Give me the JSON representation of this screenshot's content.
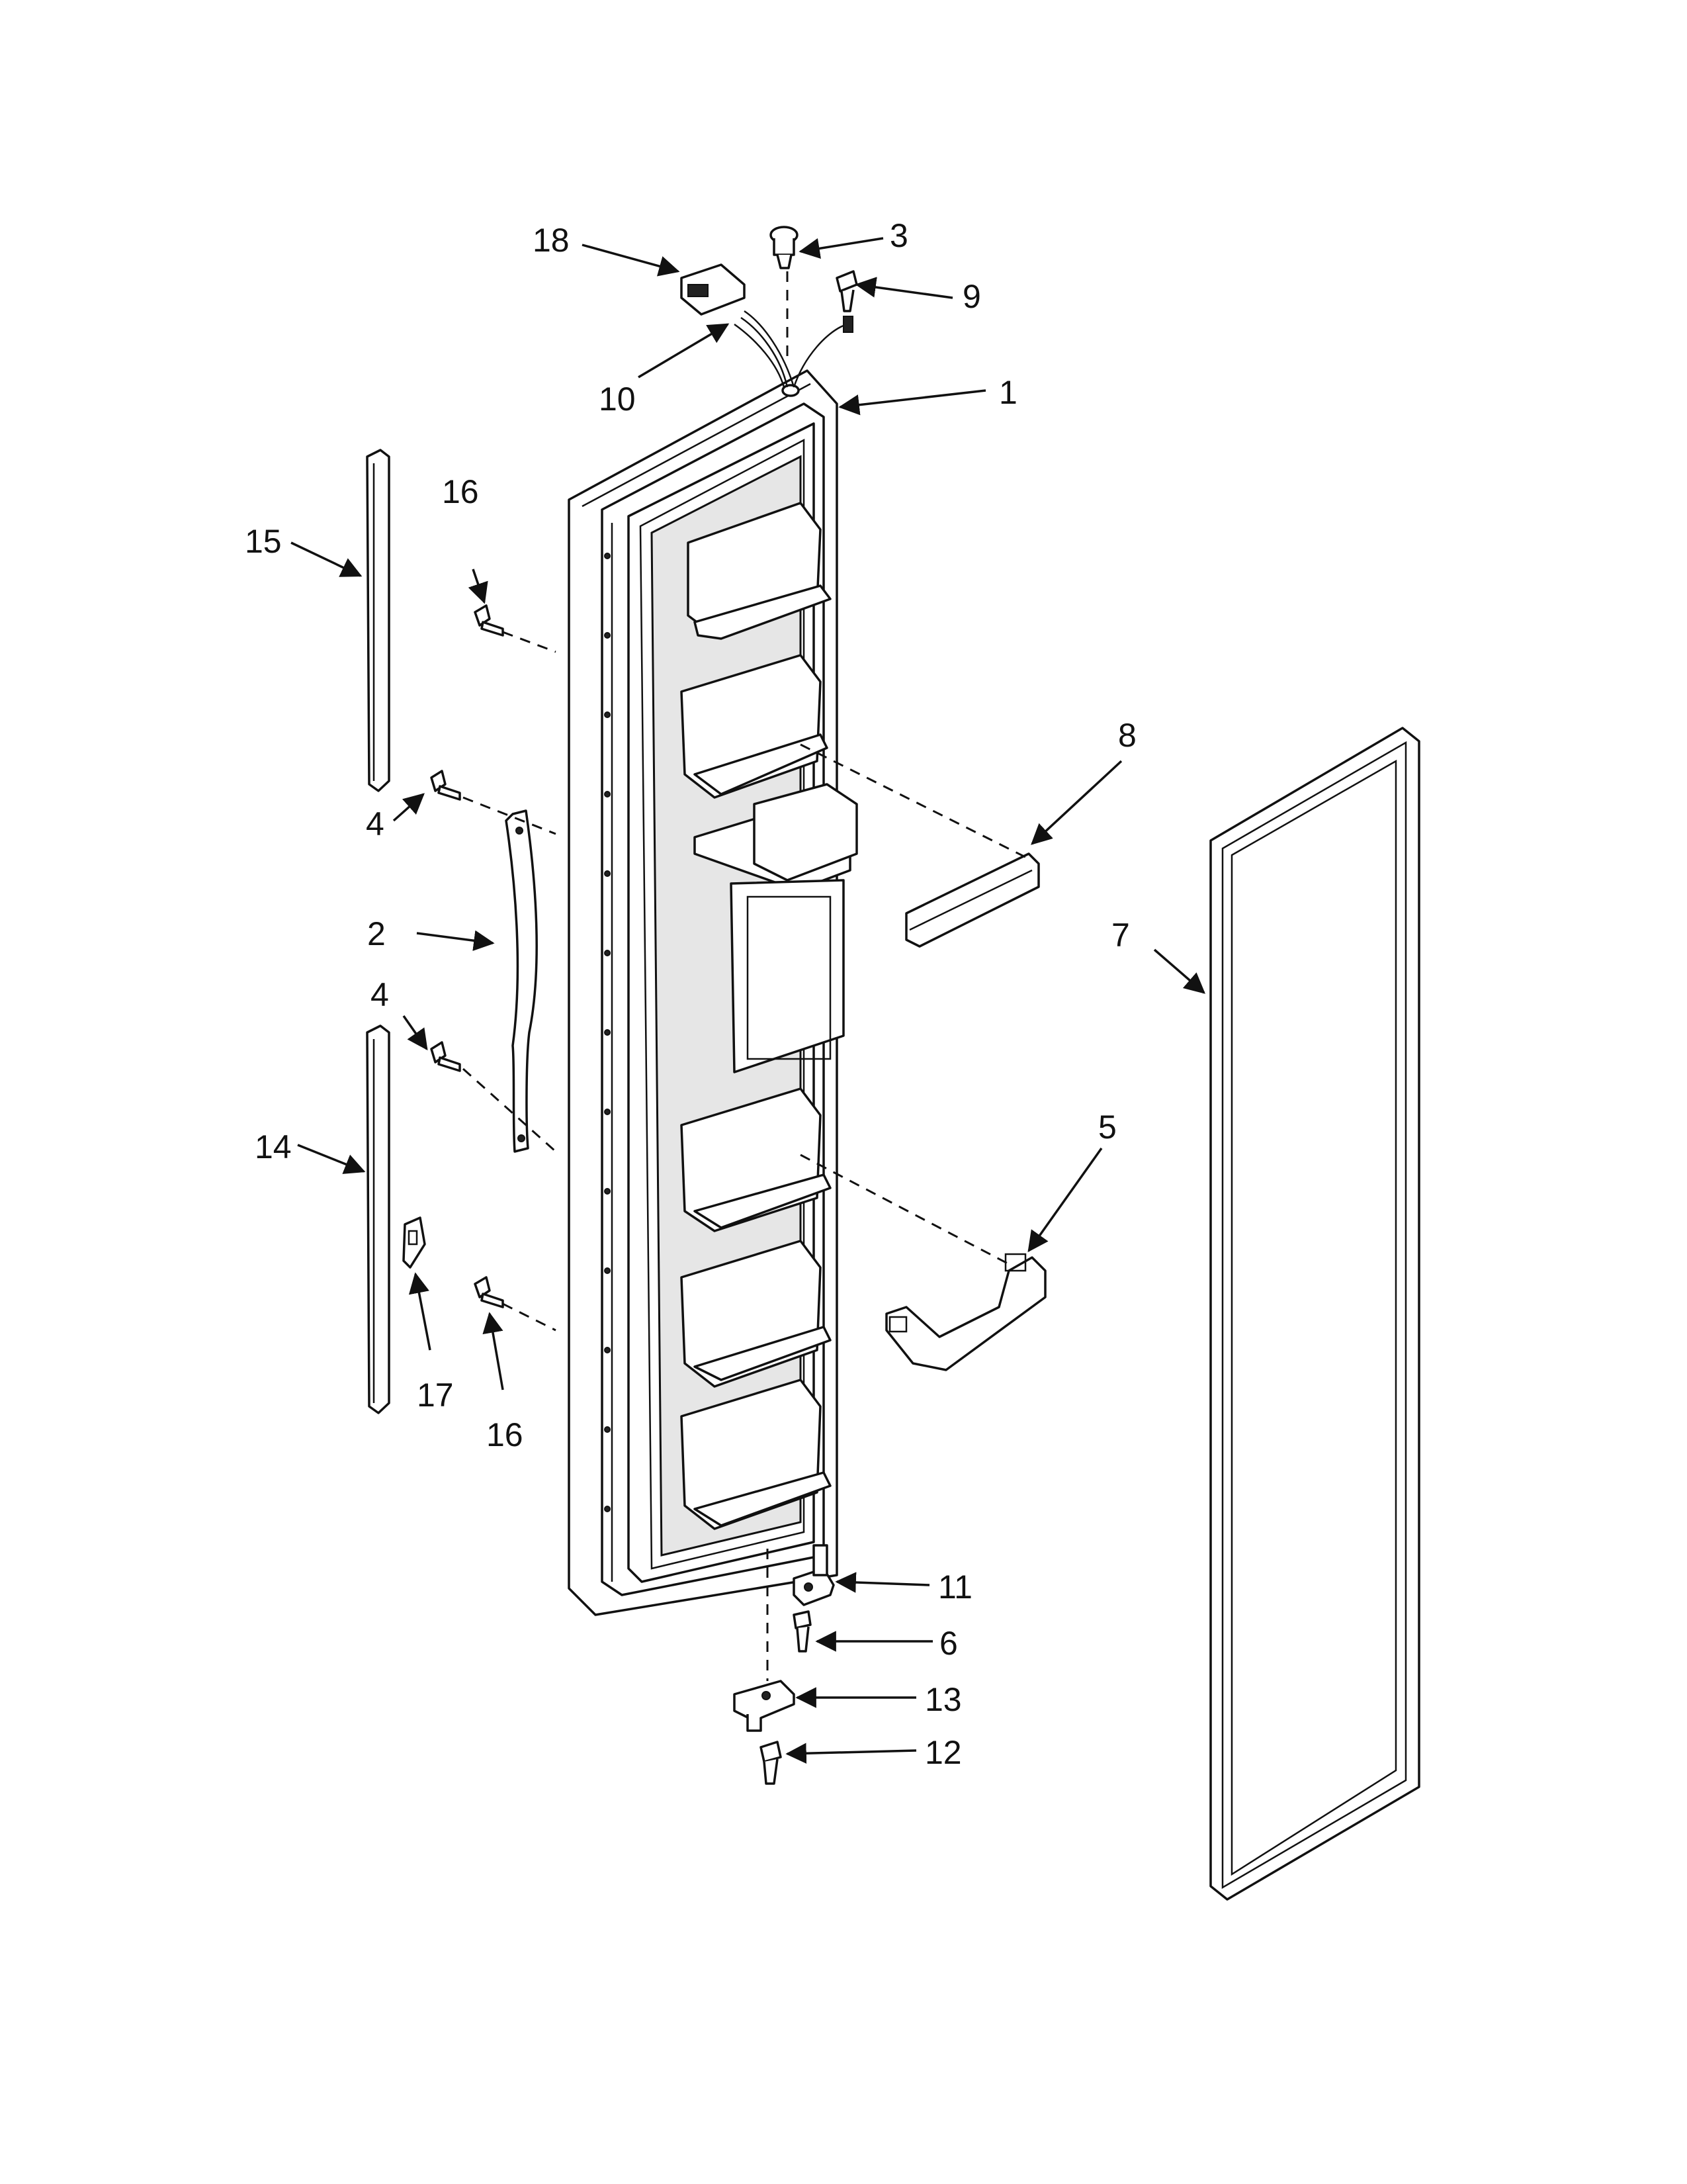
{
  "callouts": [
    "1",
    "2",
    "3",
    "4",
    "4",
    "5",
    "6",
    "7",
    "8",
    "9",
    "10",
    "11",
    "12",
    "13",
    "14",
    "15",
    "16",
    "16",
    "17",
    "18"
  ],
  "colors": {
    "line": "#111111",
    "shade": "#e6e6e6",
    "background": "#ffffff"
  }
}
